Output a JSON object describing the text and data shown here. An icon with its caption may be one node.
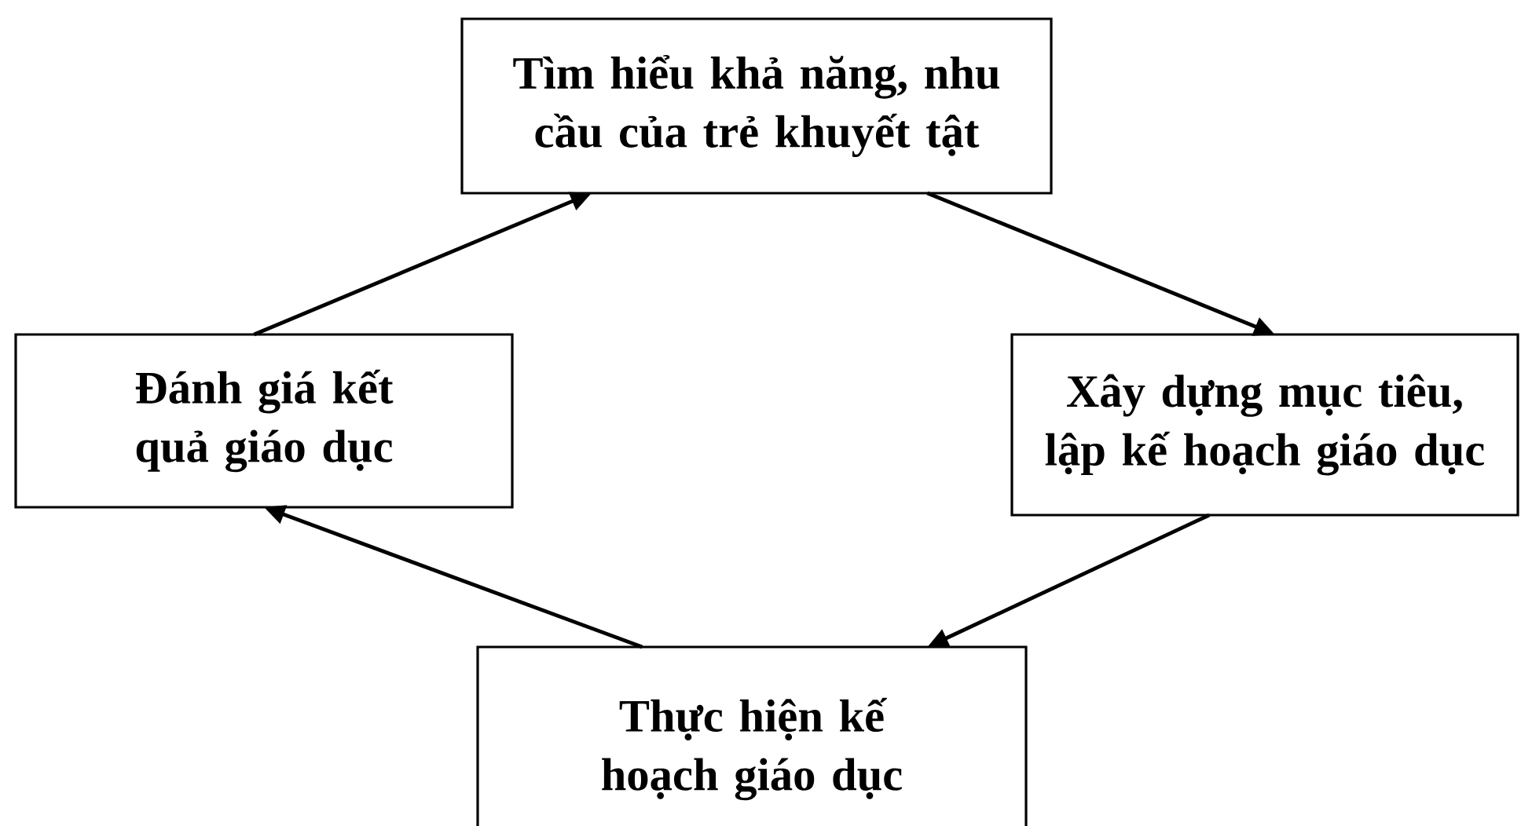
{
  "diagram": {
    "nodes": [
      {
        "text": [
          "Tìm hiểu khả năng, nhu cầu của trẻ khuyết tật"
        ]
      },
      {
        "text": [
          "Xây dựng mục tiêu, lập kế hoạch giáo dục"
        ]
      },
      {
        "text": [
          "Đánh giá kết quả giáo dục"
        ]
      },
      {
        "text": [
          "Thực hiện kế hoạch giáo dục"
        ]
      }
    ],
    "edges": [
      {
        "from": 0,
        "to": 1,
        "arrow": "to"
      },
      {
        "from": 1,
        "to": 3,
        "arrow": "to"
      },
      {
        "from": 3,
        "to": 2,
        "arrow": "to"
      },
      {
        "from": 2,
        "to": 0,
        "arrow": "to"
      }
    ]
  }
}
